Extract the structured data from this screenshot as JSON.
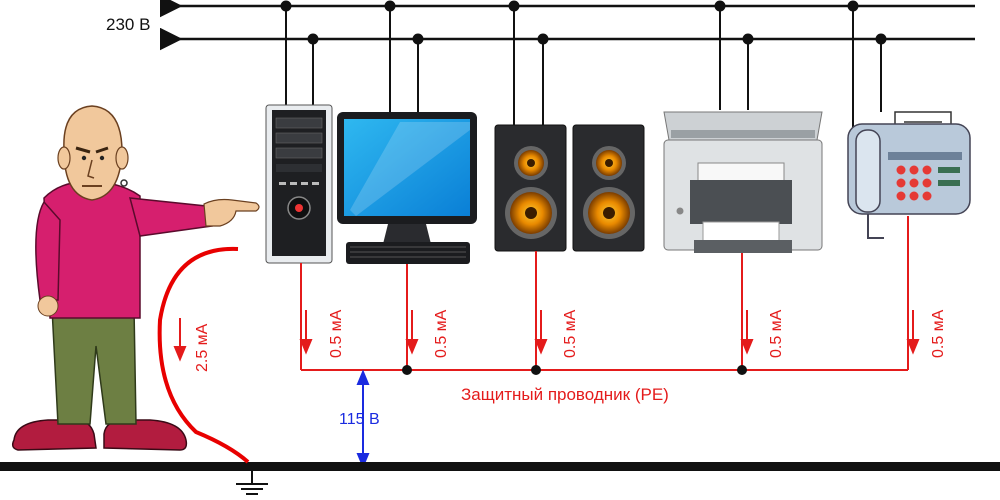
{
  "supply": {
    "voltage_label": "230 В"
  },
  "conductor": {
    "label": "Защитный проводник (PE)"
  },
  "measurement": {
    "voltage_label": "115 В"
  },
  "person_current": {
    "label": "2.5 мА"
  },
  "devices": [
    {
      "icon": "computer-tower-icon",
      "leak_label": "0.5 мА"
    },
    {
      "icon": "monitor-icon",
      "leak_label": "0.5 мА"
    },
    {
      "icon": "speakers-icon",
      "leak_label": "0.5 мА"
    },
    {
      "icon": "printer-icon",
      "leak_label": "0.5 мА"
    },
    {
      "icon": "fax-icon",
      "leak_label": "0.5 мА"
    }
  ],
  "colors": {
    "wire": "#111111",
    "pe": "#e41b1b",
    "voltage": "#1a2be0",
    "person_path": "#e80000"
  }
}
